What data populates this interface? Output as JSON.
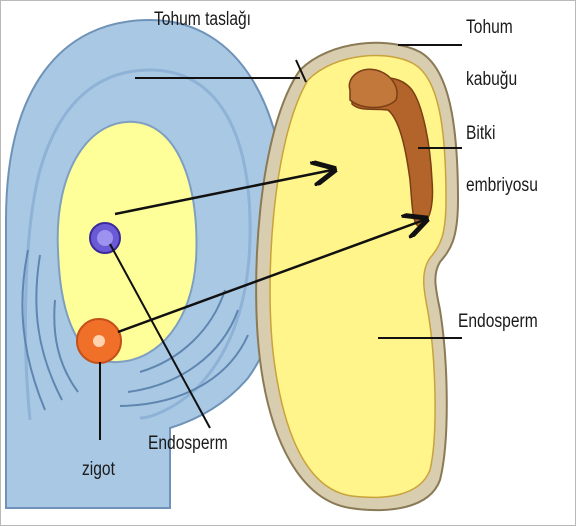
{
  "labels": {
    "ovule": "Tohum taslağı",
    "seed_coat_line1": "Tohum",
    "seed_coat_line2": "kabuğu",
    "embryo_line1": "Bitki",
    "embryo_line2": "embriyosu",
    "endosperm_right": "Endosperm",
    "endosperm_bottom": "Endosperm",
    "zygote": "zigot"
  },
  "colors": {
    "integument": "#a9c8e4",
    "integument_stroke": "#6f93b8",
    "embryo_sac": "#ffff99",
    "polar_nucleus": "#6a5ad6",
    "zygote": "#f0702a",
    "seed_endosperm": "#fff58a",
    "seed_coat": "#d9cdb0",
    "seed_coat_stroke": "#8a7a55",
    "embryo": "#b3642a"
  }
}
